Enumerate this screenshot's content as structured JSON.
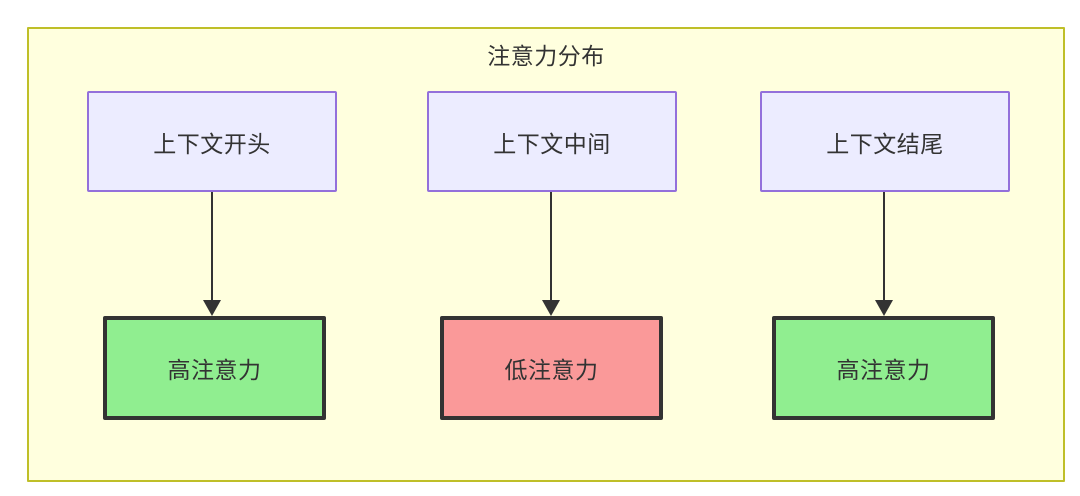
{
  "diagram": {
    "title": "注意力分布",
    "background_color": "#ffffde",
    "border_color": "#bfbf28",
    "columns": [
      {
        "id": "col-a",
        "source": {
          "label": "上下文开头",
          "fill": "#ececff",
          "stroke": "#9370db"
        },
        "result": {
          "label": "高注意力",
          "fill": "#90ee90",
          "stroke": "#333333",
          "level": "high"
        },
        "edge": {
          "from": "上下文开头",
          "to": "高注意力",
          "arrow": "down-arrow"
        }
      },
      {
        "id": "col-b",
        "source": {
          "label": "上下文中间",
          "fill": "#ececff",
          "stroke": "#9370db"
        },
        "result": {
          "label": "低注意力",
          "fill": "#fa9999",
          "stroke": "#333333",
          "level": "low"
        },
        "edge": {
          "from": "上下文中间",
          "to": "低注意力",
          "arrow": "down-arrow"
        }
      },
      {
        "id": "col-c",
        "source": {
          "label": "上下文结尾",
          "fill": "#ececff",
          "stroke": "#9370db"
        },
        "result": {
          "label": "高注意力",
          "fill": "#90ee90",
          "stroke": "#333333",
          "level": "high"
        },
        "edge": {
          "from": "上下文结尾",
          "to": "高注意力",
          "arrow": "down-arrow"
        }
      }
    ]
  }
}
